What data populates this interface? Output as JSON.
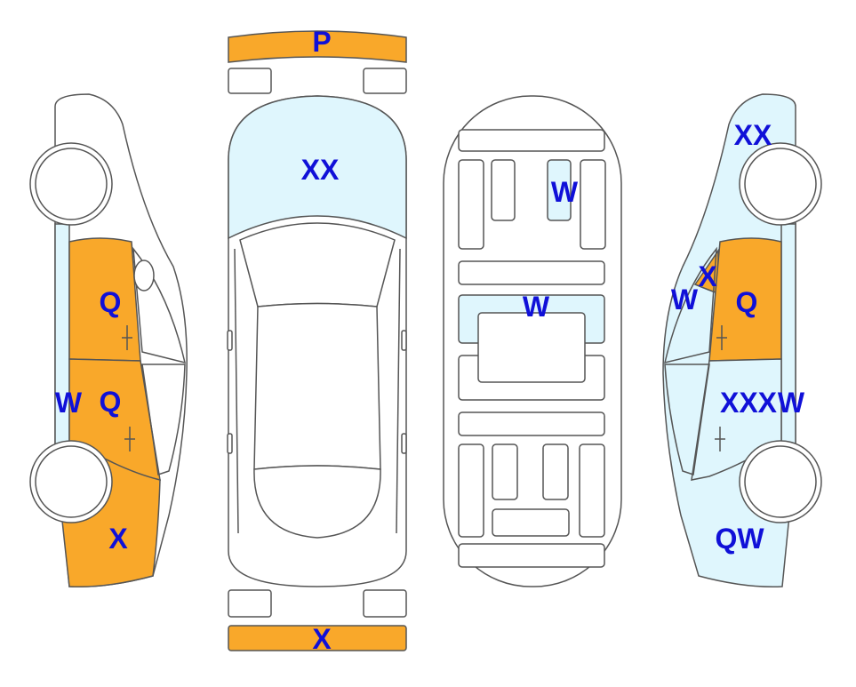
{
  "colors": {
    "outline": "#555555",
    "panel": "#ffffff",
    "orange": "#f9a82a",
    "light_blue": "#dff6fd",
    "label": "#1010d8"
  },
  "labels": {
    "front_bumper": "P",
    "hood": "XX",
    "rear_bumper": "X",
    "roof": "W",
    "floor": "W",
    "left_front_door": "Q",
    "left_rear_door": "Q",
    "left_rocker": "W",
    "left_quarter": "X",
    "right_front_fender": "XX",
    "right_pillar": "X",
    "right_mirror_area": "W",
    "right_front_door": "Q",
    "right_rear_door": "XXX",
    "right_rocker": "W",
    "right_quarter": "QW"
  }
}
